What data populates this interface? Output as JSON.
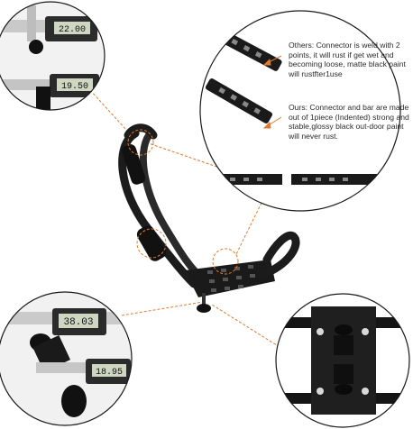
{
  "callouts": {
    "others": "Others: Connector is weld with 2 points, it will rust if get wet and becoming loose, matte black paint will rustfter1use",
    "ours": "Ours: Connector and bar are made out of 1piece (Indented) strong and stable,glossy black out-door paint will never rust."
  },
  "caliper_readouts": {
    "top_upper": "22.00",
    "top_lower": "19.50",
    "bottom_upper": "38.03",
    "bottom_lower": "18.95"
  },
  "colors": {
    "accent_orange": "#e07a2e",
    "rack_black": "#1c1c1c",
    "circle_border": "#1a1a1a"
  }
}
